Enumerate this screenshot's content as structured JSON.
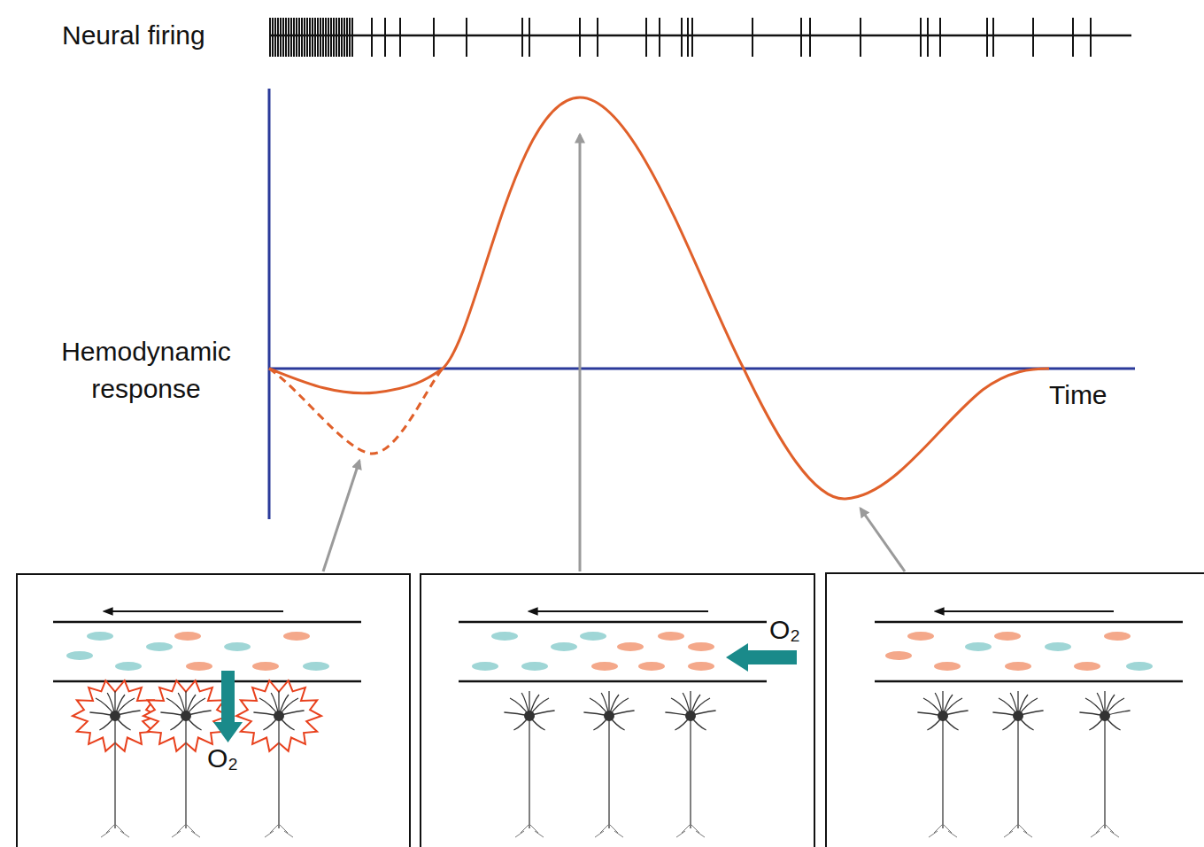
{
  "diagram": {
    "nodes": [
      {
        "text": [
          "O₂"
        ]
      },
      {
        "text": [
          "O₂"
        ]
      }
    ],
    "labels": [
      "Neural firing",
      "Hemodynamic response",
      "Time"
    ]
  }
}
